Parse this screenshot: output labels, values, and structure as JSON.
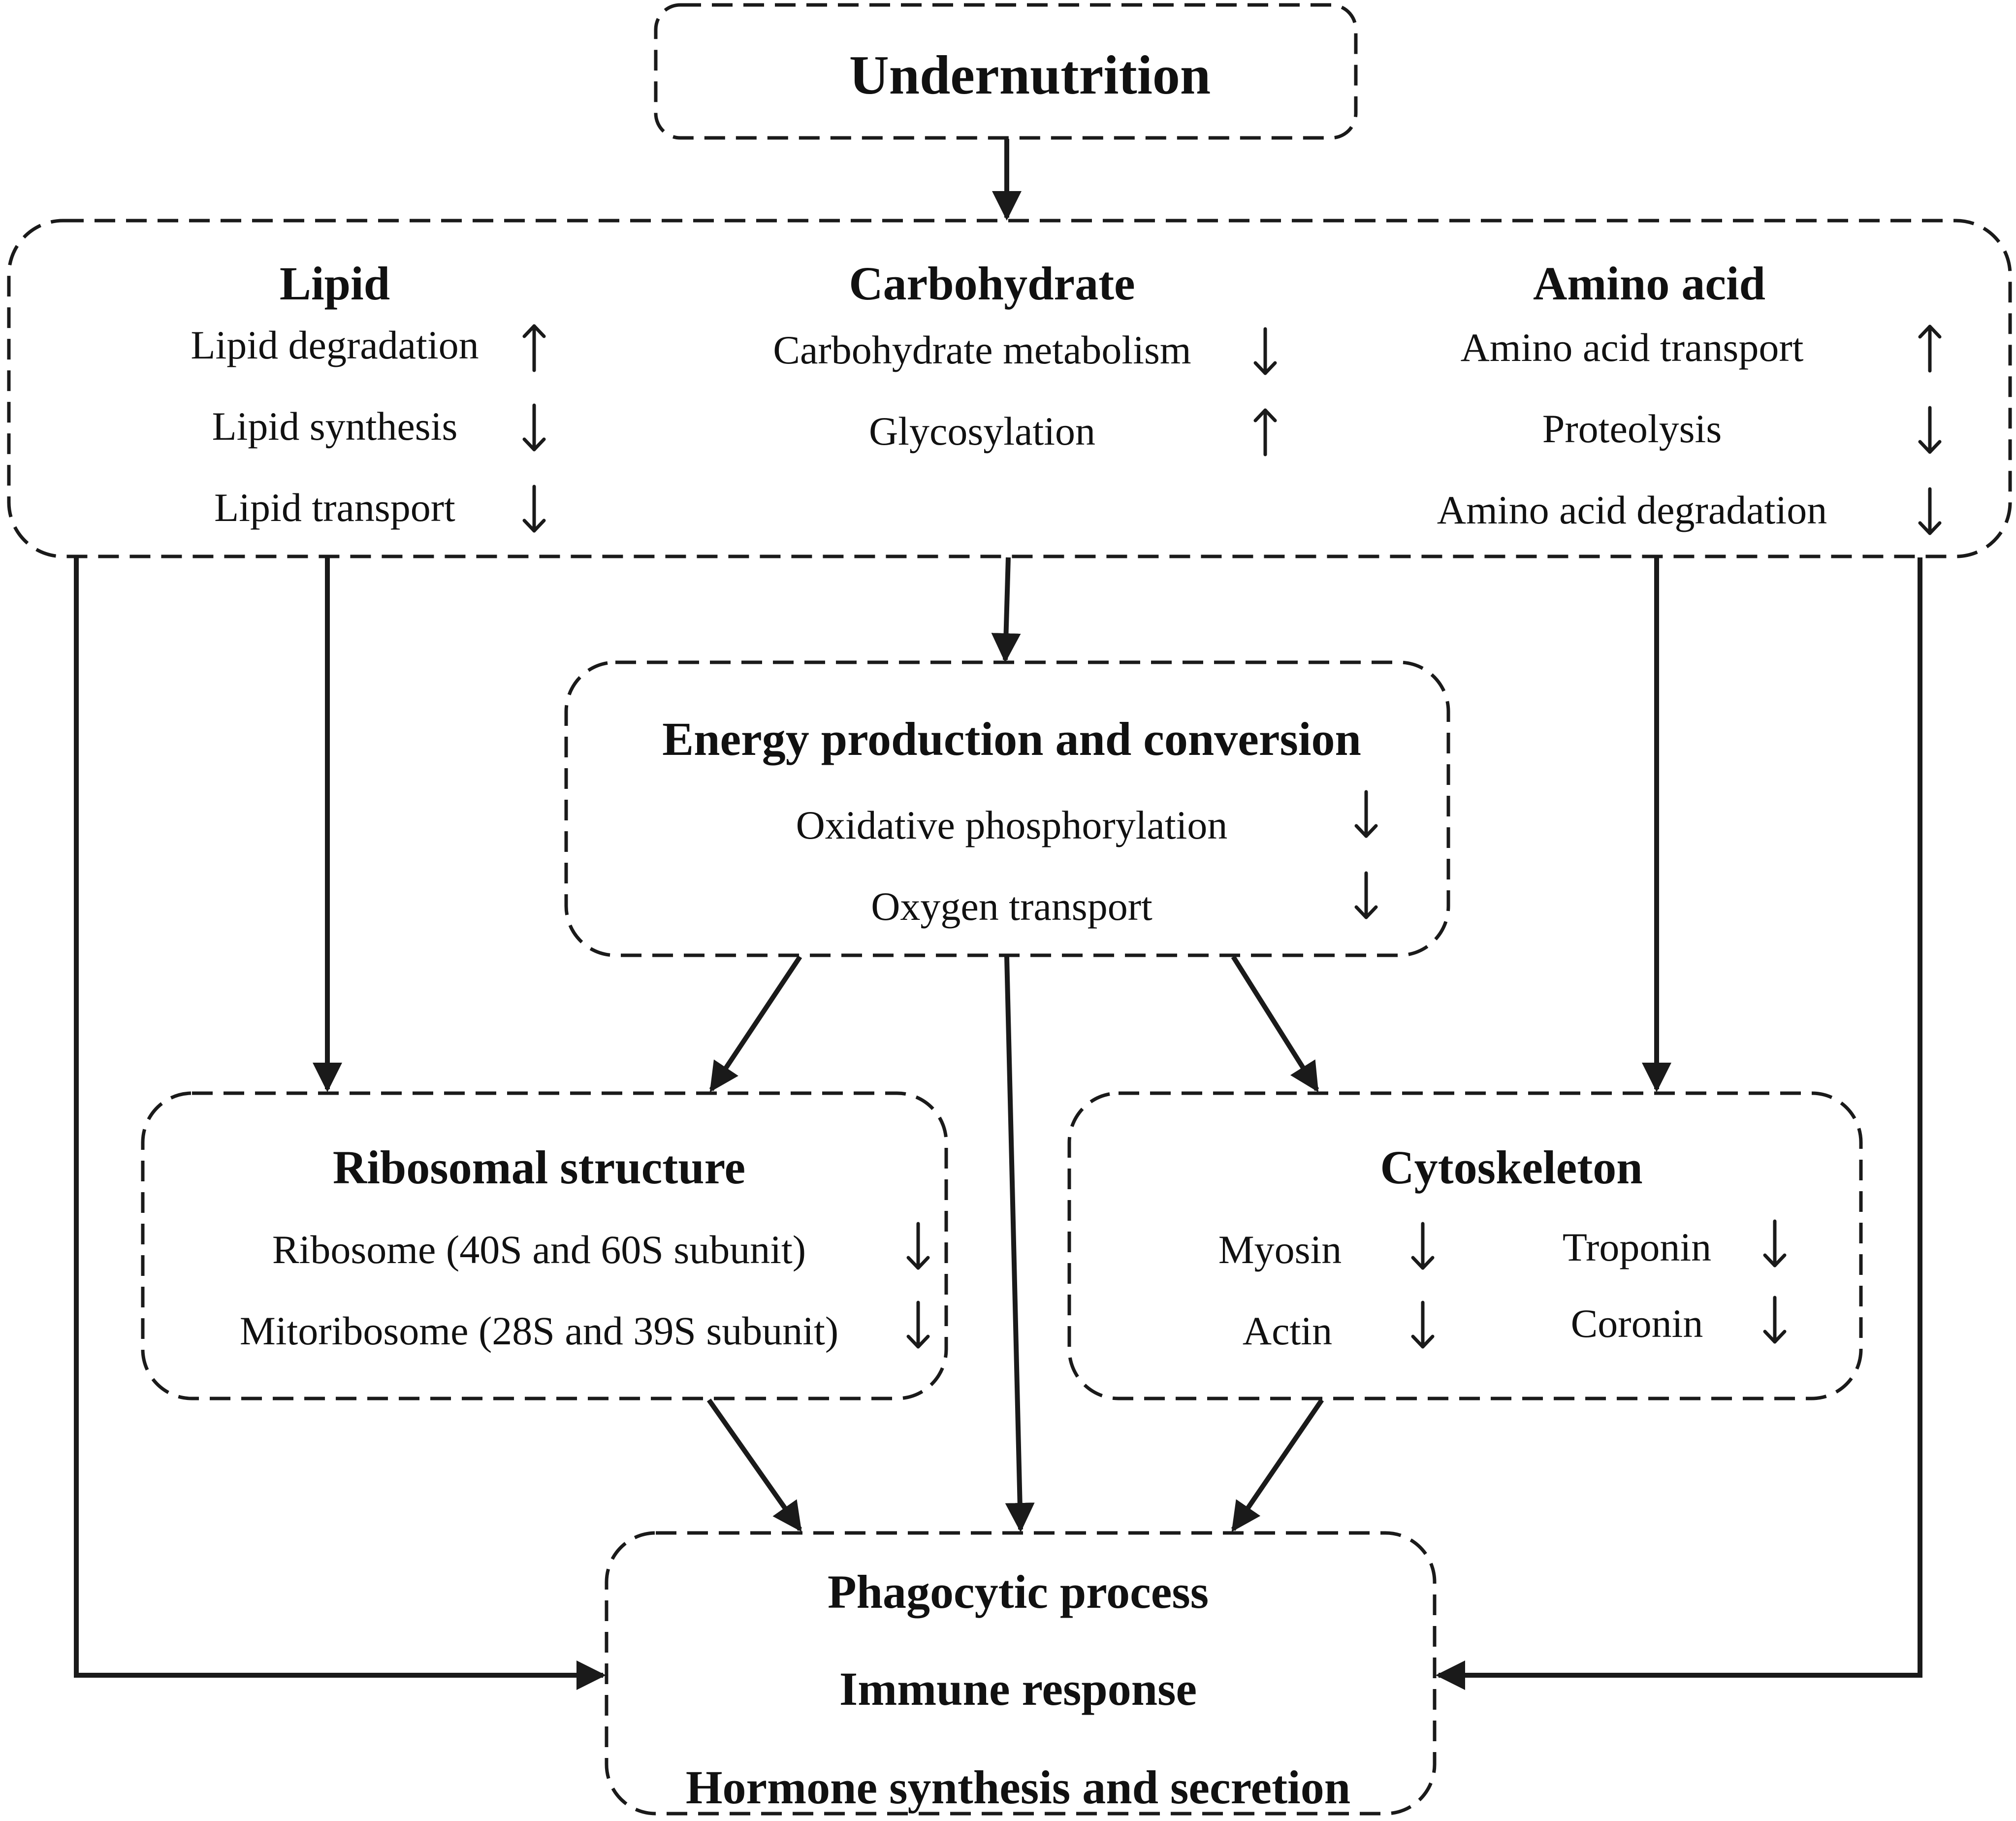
{
  "diagram": {
    "undernutrition": {
      "title": "Undernutrition"
    },
    "metabolism": {
      "lipid": {
        "title": "Lipid",
        "items": [
          {
            "label": "Lipid degradation",
            "direction": "up"
          },
          {
            "label": "Lipid synthesis",
            "direction": "down"
          },
          {
            "label": "Lipid transport",
            "direction": "down"
          }
        ]
      },
      "carbohydrate": {
        "title": "Carbohydrate",
        "items": [
          {
            "label": "Carbohydrate metabolism",
            "direction": "down"
          },
          {
            "label": "Glycosylation",
            "direction": "up"
          }
        ]
      },
      "amino_acid": {
        "title": "Amino acid",
        "items": [
          {
            "label": "Amino acid transport",
            "direction": "up"
          },
          {
            "label": "Proteolysis",
            "direction": "down"
          },
          {
            "label": "Amino acid degradation",
            "direction": "down"
          }
        ]
      }
    },
    "energy": {
      "title": "Energy production and conversion",
      "items": [
        {
          "label": "Oxidative phosphorylation",
          "direction": "down"
        },
        {
          "label": "Oxygen transport",
          "direction": "down"
        }
      ]
    },
    "ribosomal": {
      "title": "Ribosomal structure",
      "items": [
        {
          "label": "Ribosome (40S and 60S subunit)",
          "direction": "down"
        },
        {
          "label": "Mitoribosome (28S and 39S subunit)",
          "direction": "down"
        }
      ]
    },
    "cytoskeleton": {
      "title": "Cytoskeleton",
      "items": [
        {
          "label": "Myosin",
          "direction": "down"
        },
        {
          "label": "Actin",
          "direction": "down"
        },
        {
          "label": "Troponin",
          "direction": "down"
        },
        {
          "label": "Coronin",
          "direction": "down"
        }
      ]
    },
    "outcome": {
      "items": [
        "Phagocytic process",
        "Immune response",
        "Hormone synthesis and secretion"
      ]
    }
  }
}
